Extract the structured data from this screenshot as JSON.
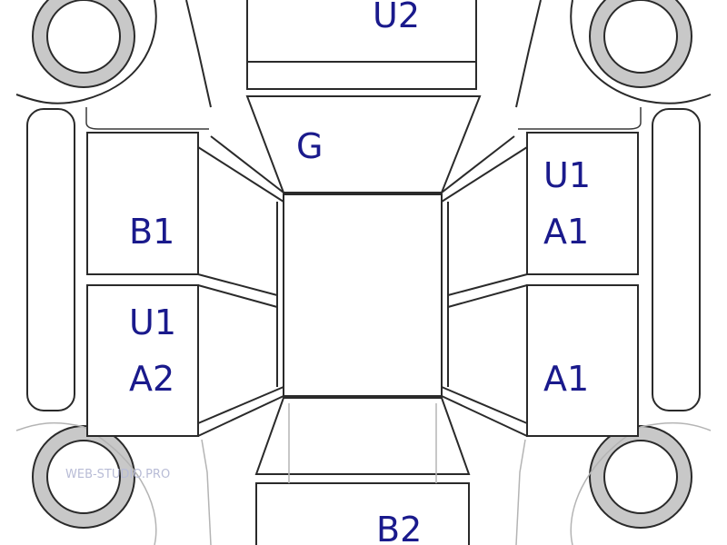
{
  "zones": {
    "roof_front": "U2",
    "hood": "G",
    "front_left_door": "B1",
    "rear_left_door_top": "U1",
    "rear_left_door_bottom": "A2",
    "front_right_door_top": "U1",
    "front_right_door_bottom": "A1",
    "rear_right_door": "A1",
    "trunk": "B2"
  },
  "watermark": "WEB-STUDIO.PRO",
  "colors": {
    "label": "#1a1a8c",
    "outline": "#2a2a2a",
    "tire": "#c8c8c8"
  }
}
